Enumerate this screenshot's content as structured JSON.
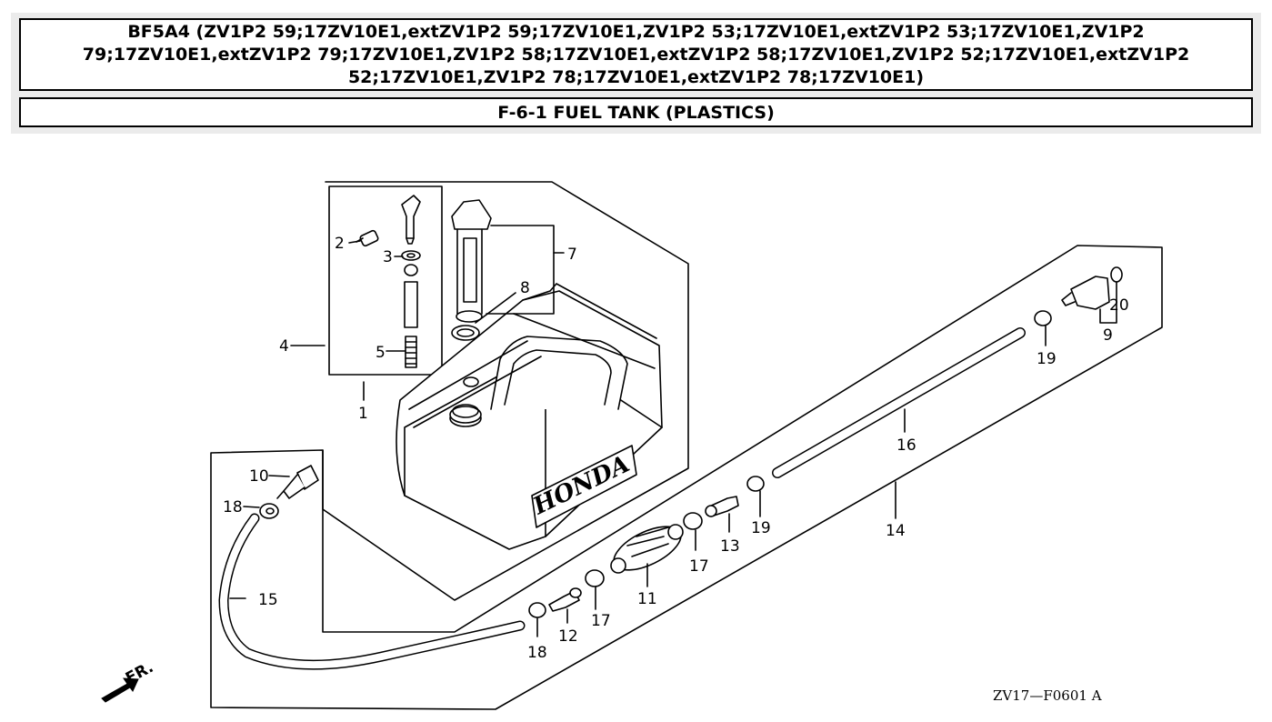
{
  "header": {
    "title": "BF5A4 (ZV1P2 59;17ZV10E1,extZV1P2 59;17ZV10E1,ZV1P2 53;17ZV10E1,extZV1P2 53;17ZV10E1,ZV1P2 79;17ZV10E1,extZV1P2 79;17ZV10E1,ZV1P2 58;17ZV10E1,extZV1P2 58;17ZV10E1,ZV1P2 52;17ZV10E1,extZV1P2 52;17ZV10E1,ZV1P2 78;17ZV10E1,extZV1P2 78;17ZV10E1)",
    "subtitle": "F-6-1 FUEL TANK (PLASTICS)"
  },
  "diagram": {
    "brand_text": "HONDA",
    "front_label": "FR.",
    "drawing_code": "ZV17—F0601 A",
    "callouts": {
      "c1": "1",
      "c2": "2",
      "c3": "3",
      "c4": "4",
      "c5": "5",
      "c7": "7",
      "c8": "8",
      "c9": "9",
      "c10": "10",
      "c11": "11",
      "c12": "12",
      "c13": "13",
      "c14": "14",
      "c15": "15",
      "c16": "16",
      "c17a": "17",
      "c17b": "17",
      "c18a": "18",
      "c18b": "18",
      "c19a": "19",
      "c19b": "19",
      "c20": "20"
    }
  }
}
